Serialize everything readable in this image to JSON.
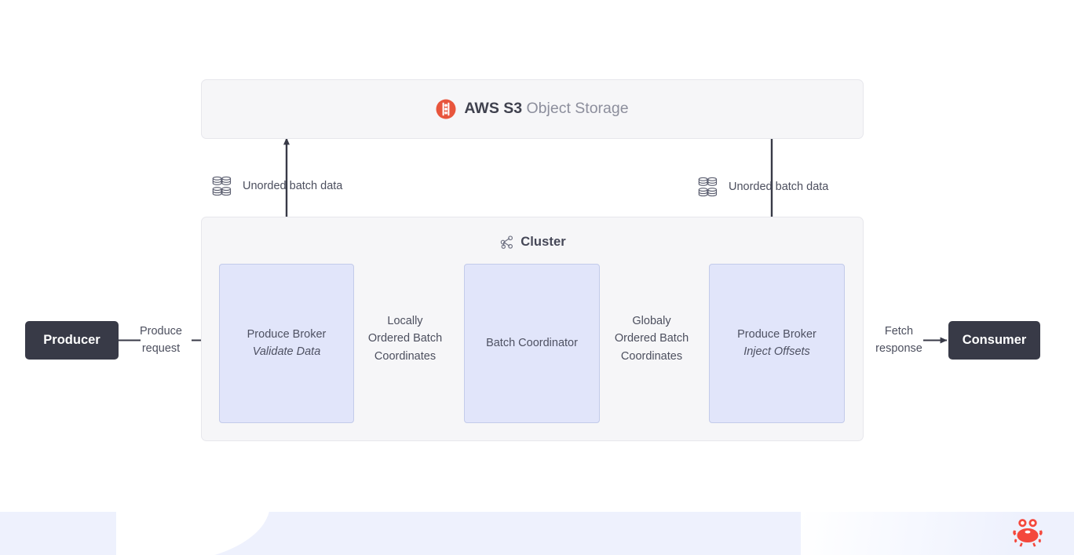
{
  "diagram": {
    "storage": {
      "icon": "aws-s3-icon",
      "title_strong": "AWS S3",
      "title_light": "Object Storage"
    },
    "cluster": {
      "icon": "cluster-network-icon",
      "label": "Cluster",
      "nodes": [
        {
          "title": "Produce Broker",
          "subtitle": "Validate Data"
        },
        {
          "title": "Batch Coordinator",
          "subtitle": ""
        },
        {
          "title": "Produce Broker",
          "subtitle": "Inject Offsets"
        }
      ]
    },
    "endpoints": {
      "producer": "Producer",
      "consumer": "Consumer"
    },
    "edges": {
      "produce_request": "Produce\nrequest",
      "produce_request_l1": "Produce",
      "produce_request_l2": "request",
      "locally_l1": "Locally",
      "locally_l2": "Ordered Batch",
      "locally_l3": "Coordinates",
      "globaly_l1": "Globaly",
      "globaly_l2": "Ordered Batch",
      "globaly_l3": "Coordinates",
      "fetch_l1": "Fetch",
      "fetch_l2": "response",
      "store_left": "Unorded batch data",
      "store_right": "Unorded batch data",
      "store_icon": "database-grid-icon"
    },
    "footer": {
      "logo": "crab-logo"
    },
    "colors": {
      "panel_bg": "#f6f6f8",
      "panel_border": "#e7e7ec",
      "node_bg": "#e1e5fa",
      "node_border": "#c3cbea",
      "endpoint_bg": "#383a47",
      "arrow": "#383a47",
      "s3_orange": "#e8553c",
      "crab_red": "#f4483c",
      "footer_band": "#eef1fd",
      "text_dark": "#4c4f5e",
      "text_light": "#8c8e9c"
    }
  }
}
